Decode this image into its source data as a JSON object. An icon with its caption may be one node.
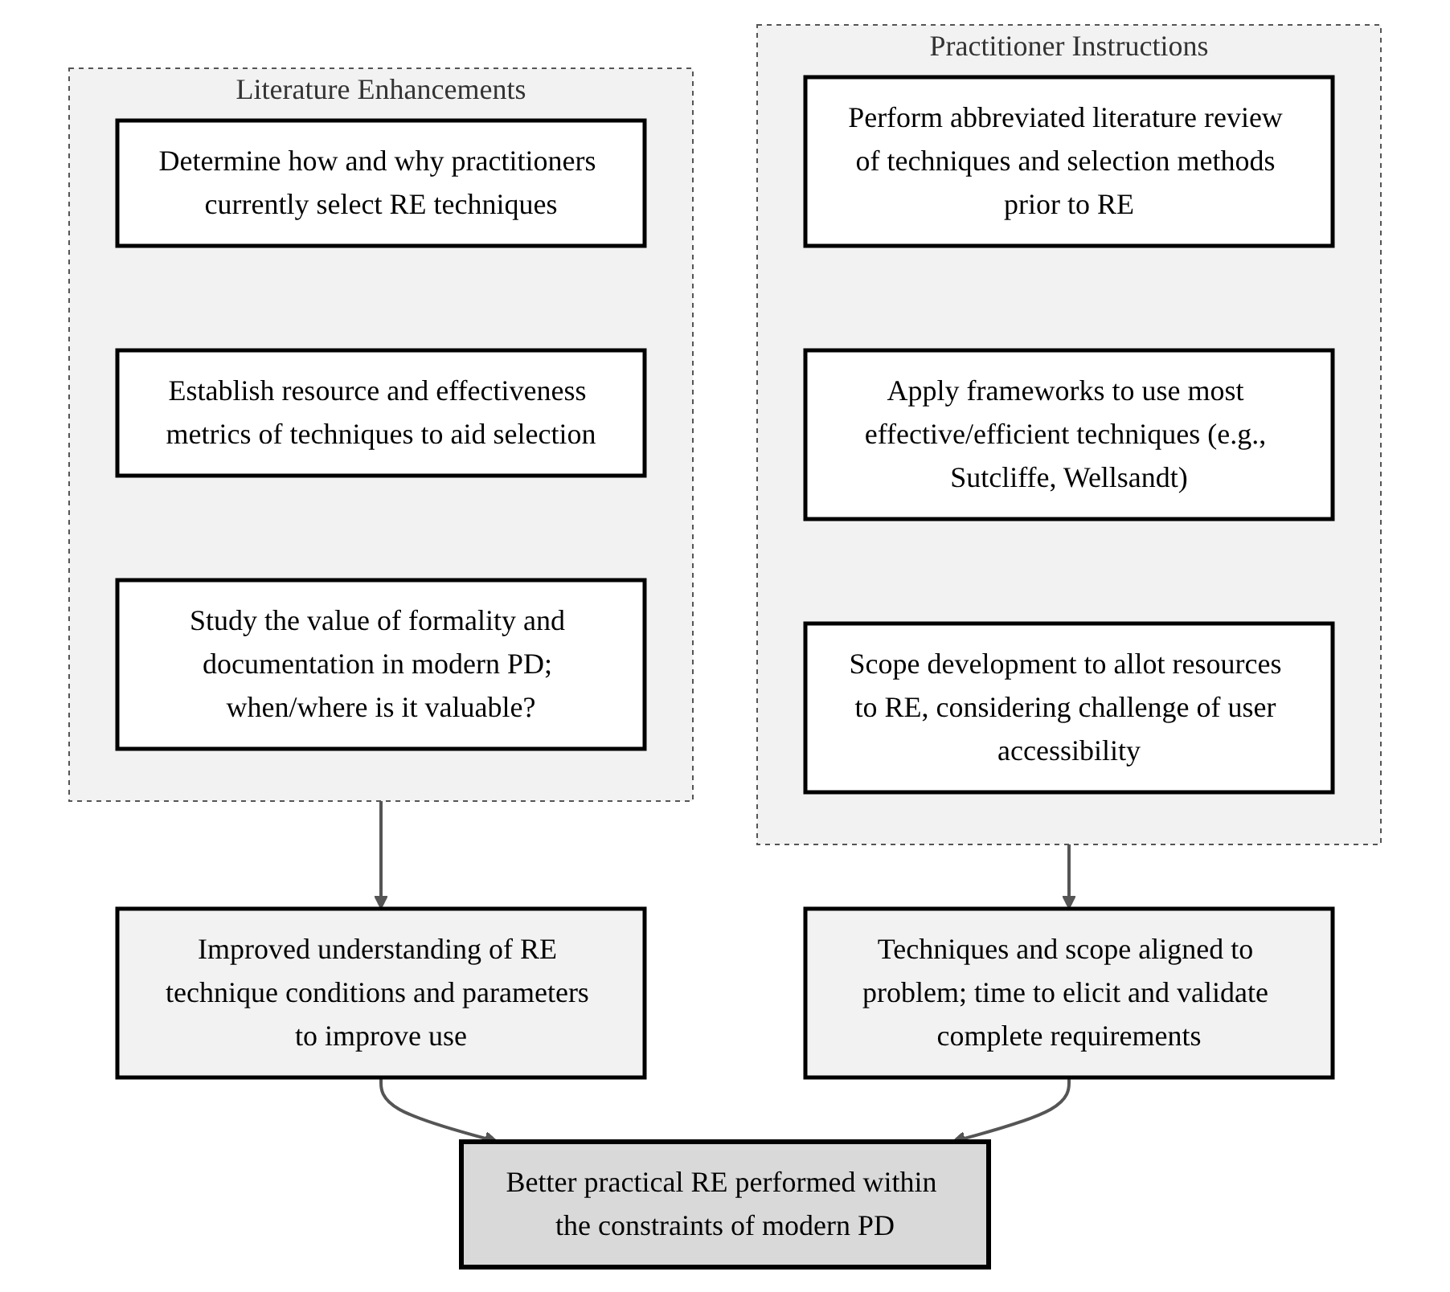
{
  "diagram": {
    "nodes": [
      {
        "text": [
          "Literature Enhancements"
        ]
      },
      {
        "text": [
          "Determine how and why practitioners currently select RE techniques"
        ],
        "in": 0
      },
      {
        "text": [
          "Establish resource and effectiveness metrics of techniques to aid selection"
        ],
        "in": 0
      },
      {
        "text": [
          "Study the value of formality and documentation in modern PD; when/where is it valuable?"
        ],
        "in": 0
      },
      {
        "text": [
          "Practitioner Instructions"
        ]
      },
      {
        "text": [
          "Perform abbreviated literature review of techniques and selection methods prior to RE"
        ],
        "in": 4
      },
      {
        "text": [
          "Apply frameworks to use most effective/efficient techniques (e.g., Sutcliffe, Wellsandt)"
        ],
        "in": 4
      },
      {
        "text": [
          "Scope development to allot resources to RE, considering challenge of user accessibility"
        ],
        "in": 4
      },
      {
        "text": [
          "Improved understanding of RE technique conditions and parameters to improve use"
        ]
      },
      {
        "text": [
          "Techniques and scope aligned to problem; time to elicit and validate complete requirements"
        ]
      },
      {
        "text": [
          "Better practical RE performed within the constraints of modern PD"
        ]
      }
    ],
    "edges": [
      {
        "from": 0,
        "to": 8,
        "arrow": "to"
      },
      {
        "from": 4,
        "to": 9,
        "arrow": "to"
      },
      {
        "from": 8,
        "to": 10,
        "arrow": "to"
      },
      {
        "from": 9,
        "to": 10,
        "arrow": "to"
      }
    ]
  }
}
